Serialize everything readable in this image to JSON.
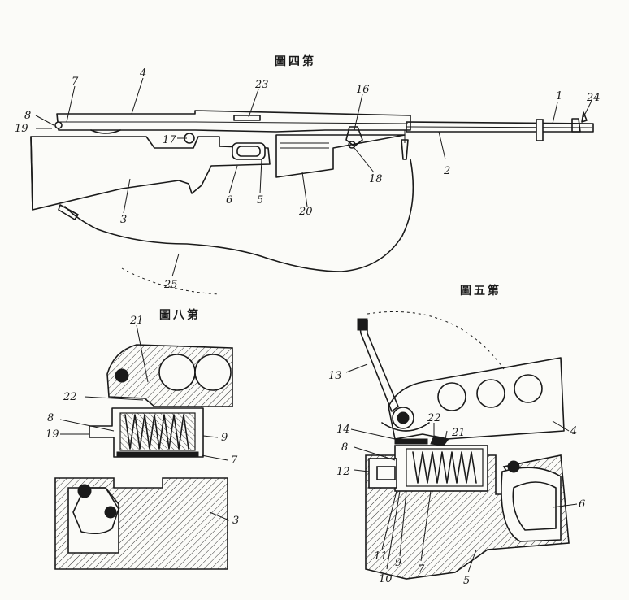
{
  "titles": {
    "fig4": "圖四第",
    "fig5": "圖五第",
    "fig8": "圖八第"
  },
  "fig4_labels": {
    "l1": "1",
    "l2": "2",
    "l3": "3",
    "l4": "4",
    "l5": "5",
    "l6": "6",
    "l7": "7",
    "l8": "8",
    "l16": "16",
    "l17": "17",
    "l18": "18",
    "l19": "19",
    "l20": "20",
    "l23": "23",
    "l24": "24",
    "l25": "25"
  },
  "fig8_labels": {
    "l21": "21",
    "l22": "22",
    "l8": "8",
    "l19": "19",
    "l9": "9",
    "l7": "7",
    "l3": "3"
  },
  "fig5_labels": {
    "l13": "13",
    "l14": "14",
    "l22": "22",
    "l21": "21",
    "l4": "4",
    "l8": "8",
    "l12": "12",
    "l6": "6",
    "l11": "11",
    "l9": "9",
    "l10": "10",
    "l7": "7",
    "l5": "5"
  },
  "colors": {
    "ink": "#1a1a1a",
    "paper": "#fbfbf8"
  }
}
